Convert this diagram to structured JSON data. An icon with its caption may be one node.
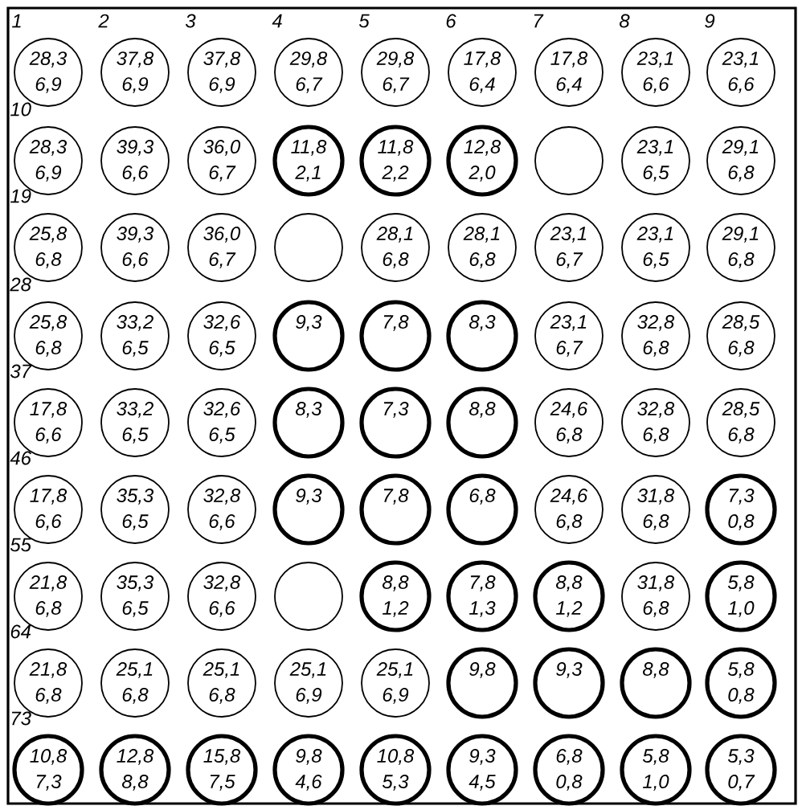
{
  "diagram": {
    "nodes": [
      {
        "text": [
          "28,3",
          "6,9"
        ]
      },
      {
        "text": [
          "37,8",
          "6,9"
        ]
      },
      {
        "text": [
          "37,8",
          "6,9"
        ]
      },
      {
        "text": [
          "29,8",
          "6,7"
        ]
      },
      {
        "text": [
          "29,8",
          "6,7"
        ]
      },
      {
        "text": [
          "17,8",
          "6,4"
        ]
      },
      {
        "text": [
          "17,8",
          "6,4"
        ]
      },
      {
        "text": [
          "23,1",
          "6,6"
        ]
      },
      {
        "text": [
          "23,1",
          "6,6"
        ]
      },
      {
        "text": [
          "28,3",
          "6,9"
        ]
      },
      {
        "text": [
          "39,3",
          "6,6"
        ]
      },
      {
        "text": [
          "36,0",
          "6,7"
        ]
      },
      {
        "text": [
          "11,8",
          "2,1"
        ]
      },
      {
        "text": [
          "11,8",
          "2,2"
        ]
      },
      {
        "text": [
          "12,8",
          "2,0"
        ]
      },
      {
        "text": [],
        "shape": "circle"
      },
      {
        "text": [
          "23,1",
          "6,5"
        ]
      },
      {
        "text": [
          "29,1",
          "6,8"
        ]
      },
      {
        "text": [
          "25,8",
          "6,8"
        ]
      },
      {
        "text": [
          "39,3",
          "6,6"
        ]
      },
      {
        "text": [
          "36,0",
          "6,7"
        ]
      },
      {
        "text": [],
        "shape": "circle"
      },
      {
        "text": [
          "28,1",
          "6,8"
        ]
      },
      {
        "text": [
          "28,1",
          "6,8"
        ]
      },
      {
        "text": [
          "23,1",
          "6,7"
        ]
      },
      {
        "text": [
          "23,1",
          "6,5"
        ]
      },
      {
        "text": [
          "29,1",
          "6,8"
        ]
      },
      {
        "text": [
          "25,8",
          "6,8"
        ]
      },
      {
        "text": [
          "33,2",
          "6,5"
        ]
      },
      {
        "text": [
          "32,6",
          "6,5"
        ]
      },
      {
        "text": [
          "9,3"
        ]
      },
      {
        "text": [
          "7,8"
        ]
      },
      {
        "text": [
          "8,3"
        ]
      },
      {
        "text": [
          "23,1",
          "6,7"
        ]
      },
      {
        "text": [
          "32,8",
          "6,8"
        ]
      },
      {
        "text": [
          "28,5",
          "6,8"
        ]
      },
      {
        "text": [
          "17,8",
          "6,6"
        ]
      },
      {
        "text": [
          "33,2",
          "6,5"
        ]
      },
      {
        "text": [
          "32,6",
          "6,5"
        ]
      },
      {
        "text": [
          "8,3"
        ]
      },
      {
        "text": [
          "7,3"
        ]
      },
      {
        "text": [
          "8,8"
        ]
      },
      {
        "text": [
          "24,6",
          "6,8"
        ]
      },
      {
        "text": [
          "32,8",
          "6,8"
        ]
      },
      {
        "text": [
          "28,5",
          "6,8"
        ]
      },
      {
        "text": [
          "17,8",
          "6,6"
        ]
      },
      {
        "text": [
          "35,3",
          "6,5"
        ]
      },
      {
        "text": [
          "32,8",
          "6,6"
        ]
      },
      {
        "text": [
          "9,3"
        ]
      },
      {
        "text": [
          "7,8"
        ]
      },
      {
        "text": [
          "6,8"
        ]
      },
      {
        "text": [
          "24,6",
          "6,8"
        ]
      },
      {
        "text": [
          "31,8",
          "6,8"
        ]
      },
      {
        "text": [
          "7,3",
          "0,8"
        ]
      },
      {
        "text": [
          "21,8",
          "6,8"
        ]
      },
      {
        "text": [
          "35,3",
          "6,5"
        ]
      },
      {
        "text": [
          "32,8",
          "6,6"
        ]
      },
      {
        "text": [],
        "shape": "circle"
      },
      {
        "text": [
          "8,8",
          "1,2"
        ]
      },
      {
        "text": [
          "7,8",
          "1,3"
        ]
      },
      {
        "text": [
          "8,8",
          "1,2"
        ]
      },
      {
        "text": [
          "31,8",
          "6,8"
        ]
      },
      {
        "text": [
          "5,8",
          "1,0"
        ]
      },
      {
        "text": [
          "21,8",
          "6,8"
        ]
      },
      {
        "text": [
          "25,1",
          "6,8"
        ]
      },
      {
        "text": [
          "25,1",
          "6,8"
        ]
      },
      {
        "text": [
          "25,1",
          "6,9"
        ]
      },
      {
        "text": [
          "25,1",
          "6,9"
        ]
      },
      {
        "text": [
          "9,8"
        ]
      },
      {
        "text": [
          "9,3"
        ]
      },
      {
        "text": [
          "8,8"
        ]
      },
      {
        "text": [
          "5,8",
          "0,8"
        ]
      },
      {
        "text": [
          "10,8",
          "7,3"
        ]
      },
      {
        "text": [
          "12,8",
          "8,8"
        ]
      },
      {
        "text": [
          "15,8",
          "7,5"
        ]
      },
      {
        "text": [
          "9,8",
          "4,6"
        ]
      },
      {
        "text": [
          "10,8",
          "5,3"
        ]
      },
      {
        "text": [
          "9,3",
          "4,5"
        ]
      },
      {
        "text": [
          "6,8",
          "0,8"
        ]
      },
      {
        "text": [
          "5,8",
          "1,0"
        ]
      },
      {
        "text": [
          "5,3",
          "0,7"
        ]
      }
    ],
    "labels": [
      "1",
      "2",
      "3",
      "4",
      "5",
      "6",
      "7",
      "8",
      "9",
      "10",
      "19",
      "28",
      "37",
      "46",
      "55",
      "64",
      "73"
    ]
  }
}
